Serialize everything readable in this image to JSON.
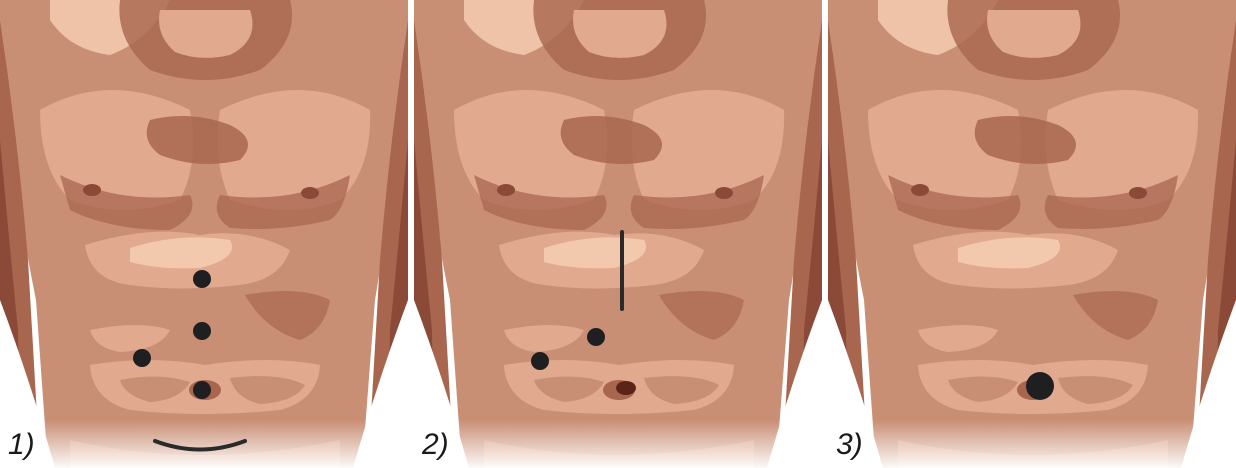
{
  "panels": [
    {
      "label": "1)"
    },
    {
      "label": "2)"
    },
    {
      "label": "3)"
    }
  ],
  "colors": {
    "skin_base": "#c98f75",
    "skin_light": "#e1a98e",
    "skin_highlight": "#f3c9ad",
    "skin_shadow": "#a8664f",
    "skin_dark": "#8b4a38",
    "marker": "#1f1f22"
  }
}
